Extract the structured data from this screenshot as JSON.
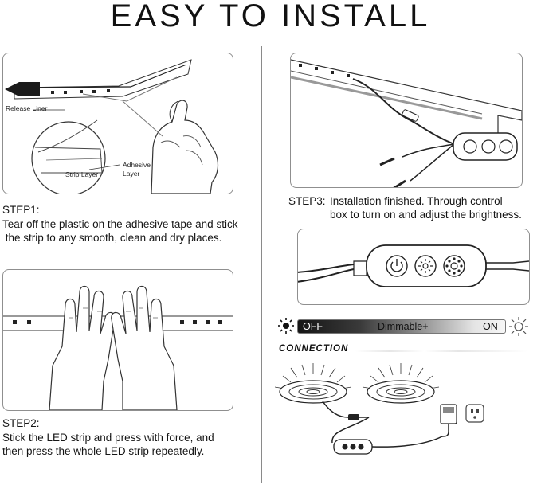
{
  "title": "EASY TO INSTALL",
  "step1": {
    "heading": "STEP1:",
    "line1": "Tear off the plastic on the adhesive tape and stick",
    "line2": " the strip to any smooth, clean and dry places.",
    "labels": {
      "release_liner": "Release Liner",
      "strip_layer": "Strip Layer",
      "adhesive_1": "Adhesive",
      "adhesive_2": "Layer"
    }
  },
  "step2": {
    "heading": "STEP2:",
    "line1": "Stick the LED strip and press with force, and",
    "line2": "then press the whole LED strip repeatedly."
  },
  "step3": {
    "heading": "STEP3:",
    "line1": "Installation finished. Through control",
    "line2": "box to turn on and adjust the brightness."
  },
  "dimmer": {
    "off": "OFF",
    "minus": "–",
    "label": "Dimmable+",
    "on": "ON"
  },
  "connection": {
    "title": "CONNECTION"
  },
  "colors": {
    "panel_border": "#8f8f8f",
    "text": "#111111",
    "bar_dark": "#151515",
    "bar_light": "#f7f7f7"
  }
}
